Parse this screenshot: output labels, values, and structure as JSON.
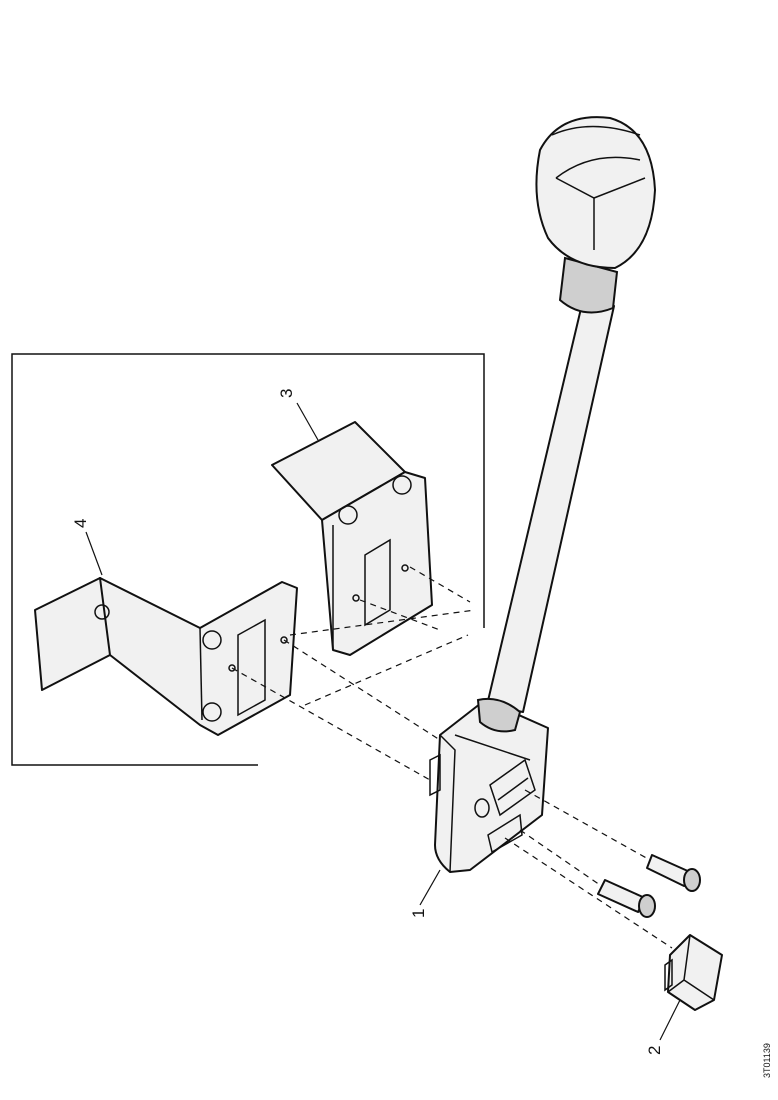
{
  "callouts": {
    "part1": "1",
    "part2": "2",
    "part3": "3",
    "part4": "4"
  },
  "document_ref": "3T01139",
  "icons": [
    "lever-arm-assembly",
    "bracket-3",
    "bracket-4",
    "bolt",
    "connector-plug"
  ]
}
